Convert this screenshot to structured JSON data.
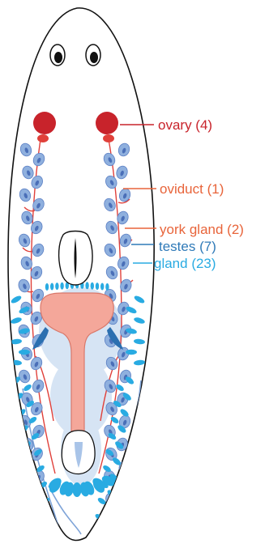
{
  "colors": {
    "outline": "#111111",
    "ovary": "#c8232b",
    "oviduct": "#e8643a",
    "york_gland": "#e8643a",
    "testes": "#2f7ab8",
    "gland": "#29abe2",
    "testis_fill": "#8fb0de",
    "testis_stroke": "#5b7fc4",
    "pharynx_fill": "#f4a79a",
    "pharynx_stroke": "#d9786a",
    "halo": "#cfe0f3",
    "duct": "#e0403a"
  },
  "labels": {
    "ovary": "ovary (4)",
    "oviduct": "oviduct (1)",
    "york_gland": "york gland (2)",
    "testes": "testes (7)",
    "gland": "gland (23)"
  }
}
